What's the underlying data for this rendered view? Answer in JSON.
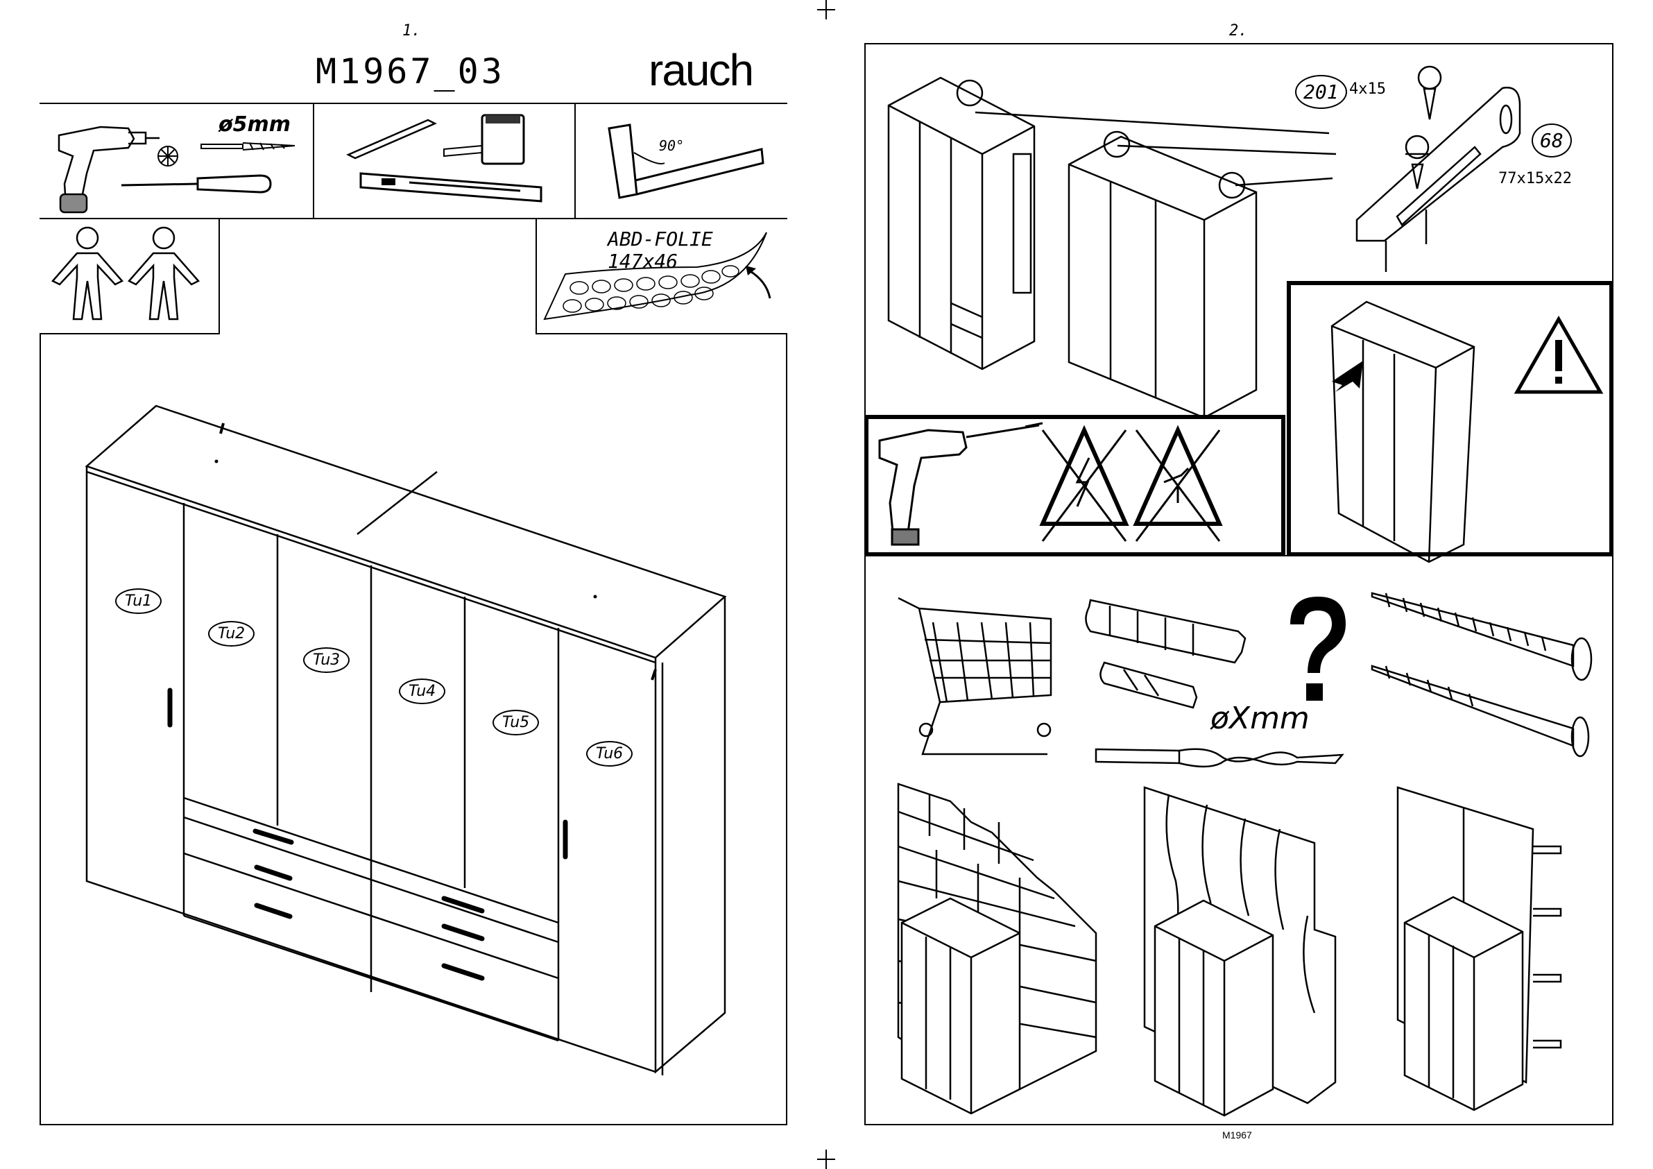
{
  "pages": {
    "left_number": "1.",
    "right_number": "2."
  },
  "header": {
    "model": "M1967_03",
    "brand": "rauch"
  },
  "tools": {
    "drill_bit": "ø5mm",
    "angle": "90°"
  },
  "foil": {
    "name": "ABD-FOLIE",
    "size": "147x46"
  },
  "doors": [
    "Tu1",
    "Tu2",
    "Tu3",
    "Tu4",
    "Tu5",
    "Tu6"
  ],
  "parts": {
    "screw_id": "201",
    "screw_size": "4x15",
    "bracket_id": "68",
    "bracket_size": "77x15x22"
  },
  "wall": {
    "drill_label": "øXmm"
  },
  "footer": {
    "code": "M1967"
  }
}
